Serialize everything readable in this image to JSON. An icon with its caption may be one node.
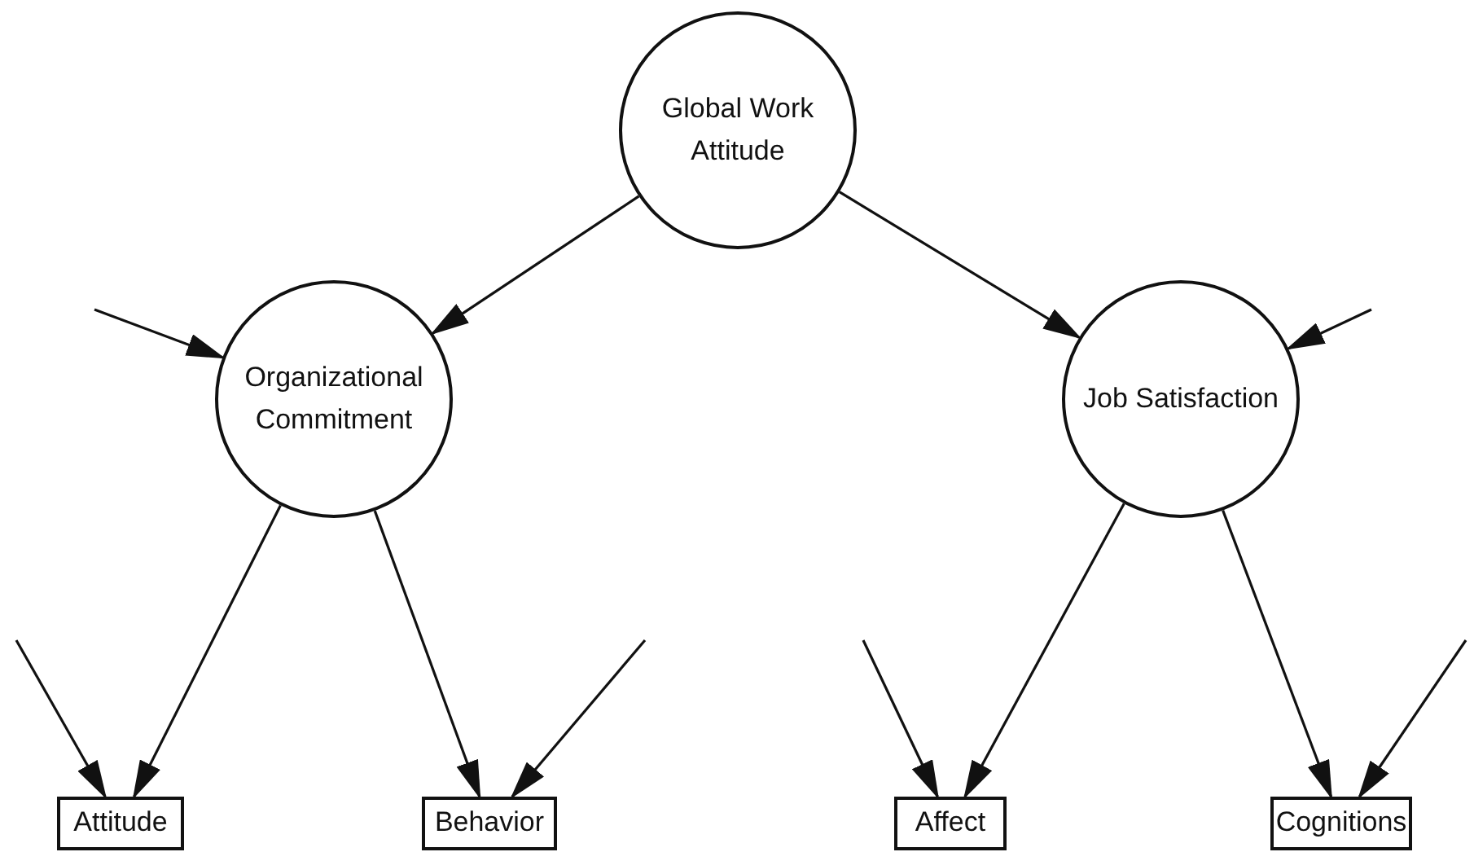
{
  "diagram": {
    "nodes": [
      {
        "text": [
          "Global Work Attitude"
        ]
      },
      {
        "text": [
          "Organizational Commitment"
        ]
      },
      {
        "text": [
          "Job Satisfaction"
        ]
      },
      {
        "text": [
          "Attitude"
        ]
      },
      {
        "text": [
          "Behavior"
        ]
      },
      {
        "text": [
          "Affect"
        ]
      },
      {
        "text": [
          "Cognitions"
        ]
      }
    ],
    "edges": [
      {
        "from": 0,
        "to": 1,
        "arrow": "to"
      },
      {
        "from": 0,
        "to": 2,
        "arrow": "to"
      },
      {
        "from": null,
        "to": 1,
        "arrow": "to"
      },
      {
        "from": null,
        "to": 2,
        "arrow": "to"
      },
      {
        "from": 1,
        "to": 3,
        "arrow": "to"
      },
      {
        "from": 1,
        "to": 4,
        "arrow": "to"
      },
      {
        "from": 2,
        "to": 5,
        "arrow": "to"
      },
      {
        "from": 2,
        "to": 6,
        "arrow": "to"
      },
      {
        "from": null,
        "to": 3,
        "arrow": "to"
      },
      {
        "from": null,
        "to": 4,
        "arrow": "to"
      },
      {
        "from": null,
        "to": 5,
        "arrow": "to"
      },
      {
        "from": null,
        "to": 6,
        "arrow": "to"
      }
    ]
  }
}
